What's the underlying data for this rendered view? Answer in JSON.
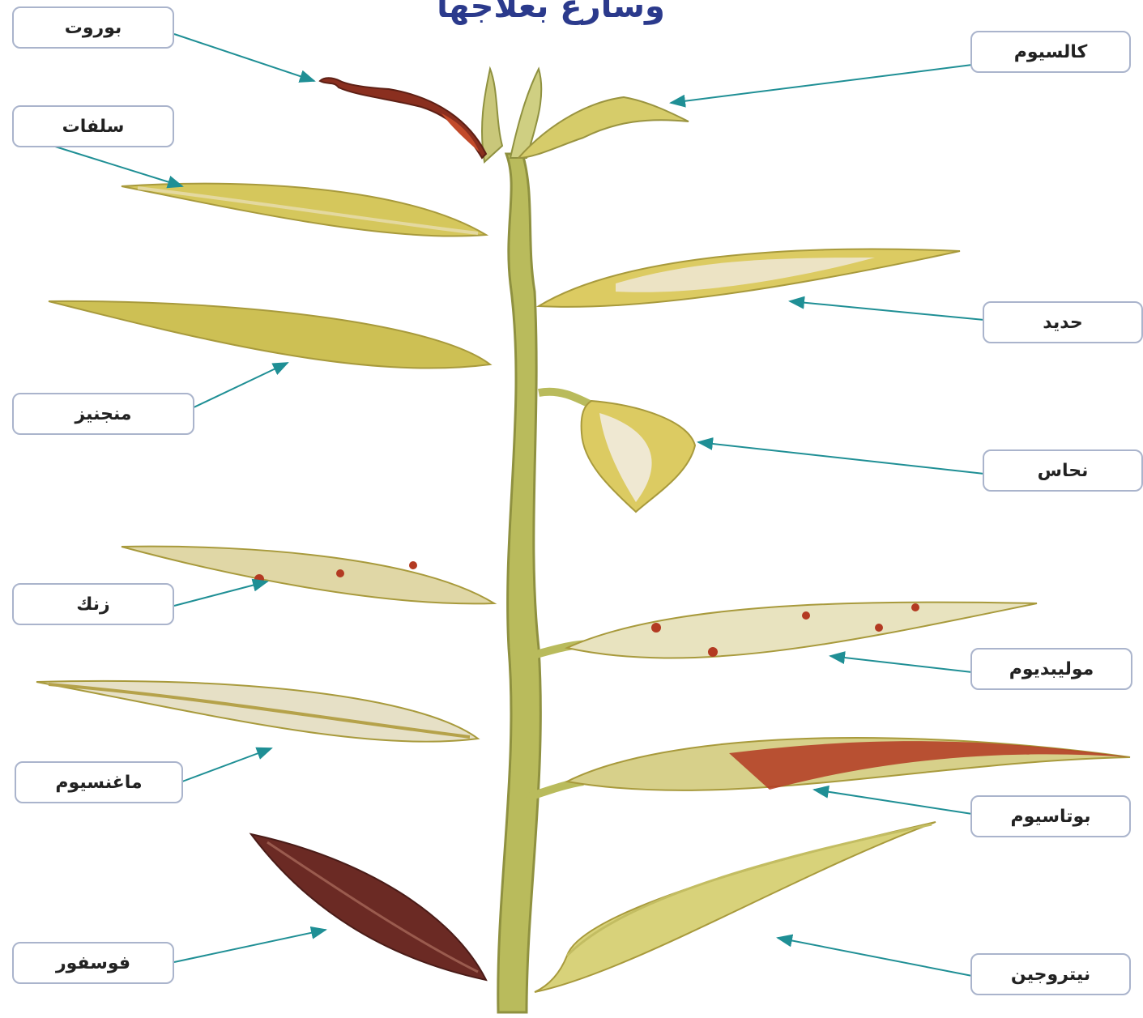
{
  "title": "وسارع بعلاجها",
  "colors": {
    "arrow": "#1f8f95",
    "leaf_yellow": "#d9c65a",
    "leaf_pale": "#e8dfb0",
    "stem": "#b7b85a",
    "brown": "#7a2f23",
    "red_edge": "#b33a22"
  },
  "labels": {
    "boron": "بوروت",
    "calcium": "كالسيوم",
    "sulfates": "سلفات",
    "iron": "حديد",
    "manganese": "منجنيز",
    "copper": "نحاس",
    "zinc": "زنك",
    "molybdenum": "موليبديوم",
    "magnesium": "ماغنسيوم",
    "potassium": "بوتاسيوم",
    "phosphorus": "فوسفور",
    "nitrogen": "نيتروجين"
  }
}
